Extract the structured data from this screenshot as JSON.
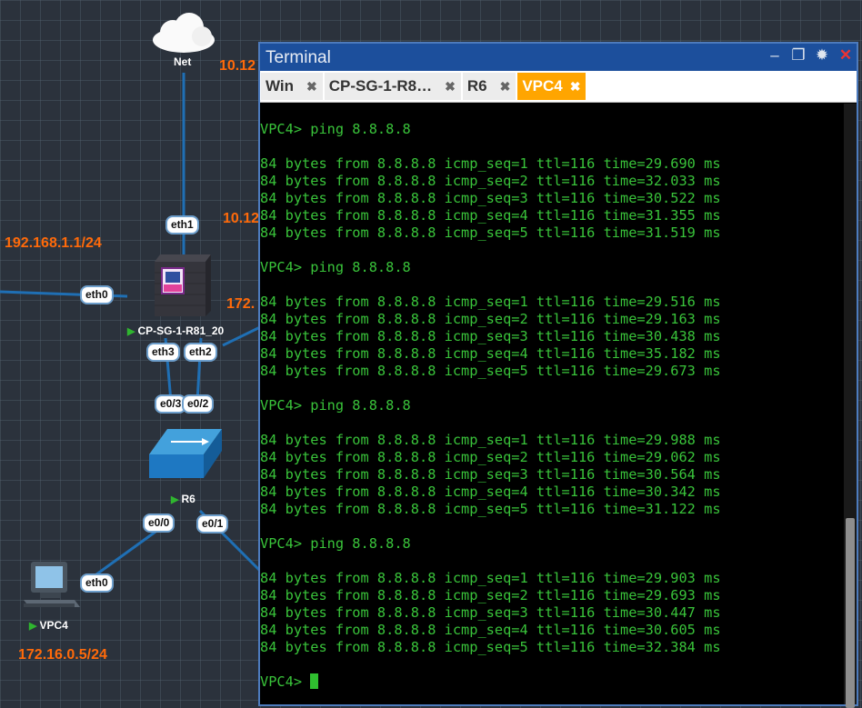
{
  "topology": {
    "nodes": {
      "net": {
        "label": "Net"
      },
      "firewall": {
        "label": "CP-SG-1-R81_20"
      },
      "router": {
        "label": "R6"
      },
      "vpc": {
        "label": "VPC4"
      }
    },
    "interfaces": {
      "fw_eth1": "eth1",
      "fw_eth0": "eth0",
      "fw_eth3": "eth3",
      "fw_eth2": "eth2",
      "r6_e03": "e0/3",
      "r6_e02": "e0/2",
      "r6_e00": "e0/0",
      "r6_e01": "e0/1",
      "vpc_eth0": "eth0"
    },
    "ip_labels": {
      "net_ip": "10.12",
      "eth1_ip": "10.12",
      "lan_ip": "192.168.1.1/24",
      "fw_ip": "172.",
      "vpc_ip": "172.16.0.5/24"
    }
  },
  "terminal": {
    "title": "Terminal",
    "controls": {
      "minimize": "‒",
      "restore": "❐",
      "settings": "✹",
      "close": "✕"
    },
    "tabs": [
      {
        "label": "Win",
        "close": "✖",
        "active": false
      },
      {
        "label": "CP-SG-1-R8…",
        "close": "✖",
        "active": false
      },
      {
        "label": "R6",
        "close": "✖",
        "active": false
      },
      {
        "label": "VPC4",
        "close": "✖",
        "active": true
      }
    ],
    "lines": [
      "VPC4> ping 8.8.8.8",
      "",
      "84 bytes from 8.8.8.8 icmp_seq=1 ttl=116 time=29.690 ms",
      "84 bytes from 8.8.8.8 icmp_seq=2 ttl=116 time=32.033 ms",
      "84 bytes from 8.8.8.8 icmp_seq=3 ttl=116 time=30.522 ms",
      "84 bytes from 8.8.8.8 icmp_seq=4 ttl=116 time=31.355 ms",
      "84 bytes from 8.8.8.8 icmp_seq=5 ttl=116 time=31.519 ms",
      "",
      "VPC4> ping 8.8.8.8",
      "",
      "84 bytes from 8.8.8.8 icmp_seq=1 ttl=116 time=29.516 ms",
      "84 bytes from 8.8.8.8 icmp_seq=2 ttl=116 time=29.163 ms",
      "84 bytes from 8.8.8.8 icmp_seq=3 ttl=116 time=30.438 ms",
      "84 bytes from 8.8.8.8 icmp_seq=4 ttl=116 time=35.182 ms",
      "84 bytes from 8.8.8.8 icmp_seq=5 ttl=116 time=29.673 ms",
      "",
      "VPC4> ping 8.8.8.8",
      "",
      "84 bytes from 8.8.8.8 icmp_seq=1 ttl=116 time=29.988 ms",
      "84 bytes from 8.8.8.8 icmp_seq=2 ttl=116 time=29.062 ms",
      "84 bytes from 8.8.8.8 icmp_seq=3 ttl=116 time=30.564 ms",
      "84 bytes from 8.8.8.8 icmp_seq=4 ttl=116 time=30.342 ms",
      "84 bytes from 8.8.8.8 icmp_seq=5 ttl=116 time=31.122 ms",
      "",
      "VPC4> ping 8.8.8.8",
      "",
      "84 bytes from 8.8.8.8 icmp_seq=1 ttl=116 time=29.903 ms",
      "84 bytes from 8.8.8.8 icmp_seq=2 ttl=116 time=29.693 ms",
      "84 bytes from 8.8.8.8 icmp_seq=3 ttl=116 time=30.447 ms",
      "84 bytes from 8.8.8.8 icmp_seq=4 ttl=116 time=30.605 ms",
      "84 bytes from 8.8.8.8 icmp_seq=5 ttl=116 time=32.384 ms",
      ""
    ],
    "prompt": "VPC4> "
  },
  "colors": {
    "canvas": "#2b323c",
    "link": "#1f6fb4",
    "ip_label": "#ff6a0a",
    "terminal_text": "#39c33a",
    "active_tab": "#ffa500",
    "title_bar": "#1c4f9c"
  }
}
